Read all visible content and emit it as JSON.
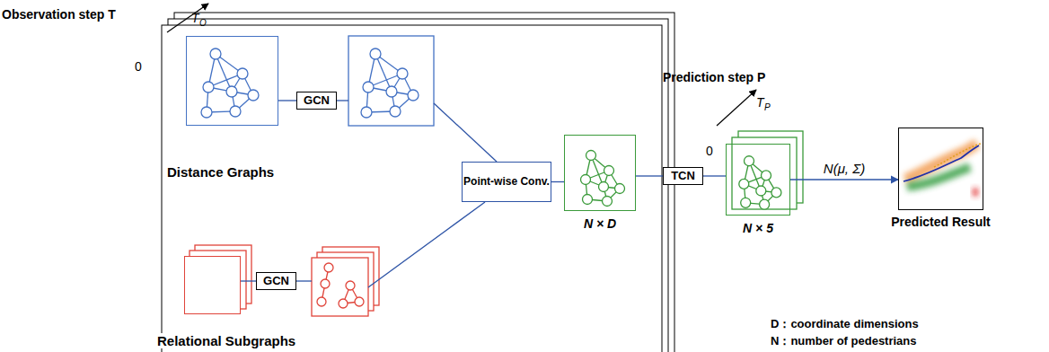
{
  "diagram": {
    "nodes": [
      {
        "text": [
          "Distance Graphs"
        ]
      },
      {
        "text": [
          "GCN"
        ]
      },
      {
        "text": [
          "Relational Subgraphs"
        ]
      },
      {
        "text": [
          "GCN"
        ]
      },
      {
        "text": [
          "Point-wise Conv."
        ]
      },
      {
        "text": [
          "N × D"
        ]
      },
      {
        "text": [
          "TCN"
        ]
      },
      {
        "text": [
          "N × 5"
        ]
      },
      {
        "text": [
          "Predicted Result"
        ]
      }
    ],
    "edges": [
      {
        "from": 0,
        "to": 1,
        "arrow": "none"
      },
      {
        "from": 2,
        "to": 3,
        "arrow": "none"
      },
      {
        "from": 4,
        "to": 5,
        "arrow": "none"
      },
      {
        "from": 5,
        "to": 6,
        "arrow": "none"
      },
      {
        "from": 6,
        "to": 7,
        "arrow": "none"
      },
      {
        "from": 7,
        "to": 8,
        "label": "N(μ, Σ)",
        "arrow": "to"
      }
    ],
    "labels": [
      "Observation step T",
      "T",
      "O",
      "0",
      "Prediction step P",
      "T",
      "P",
      "0",
      "D：coordinate dimensions",
      "N：number of pedestrians"
    ]
  }
}
